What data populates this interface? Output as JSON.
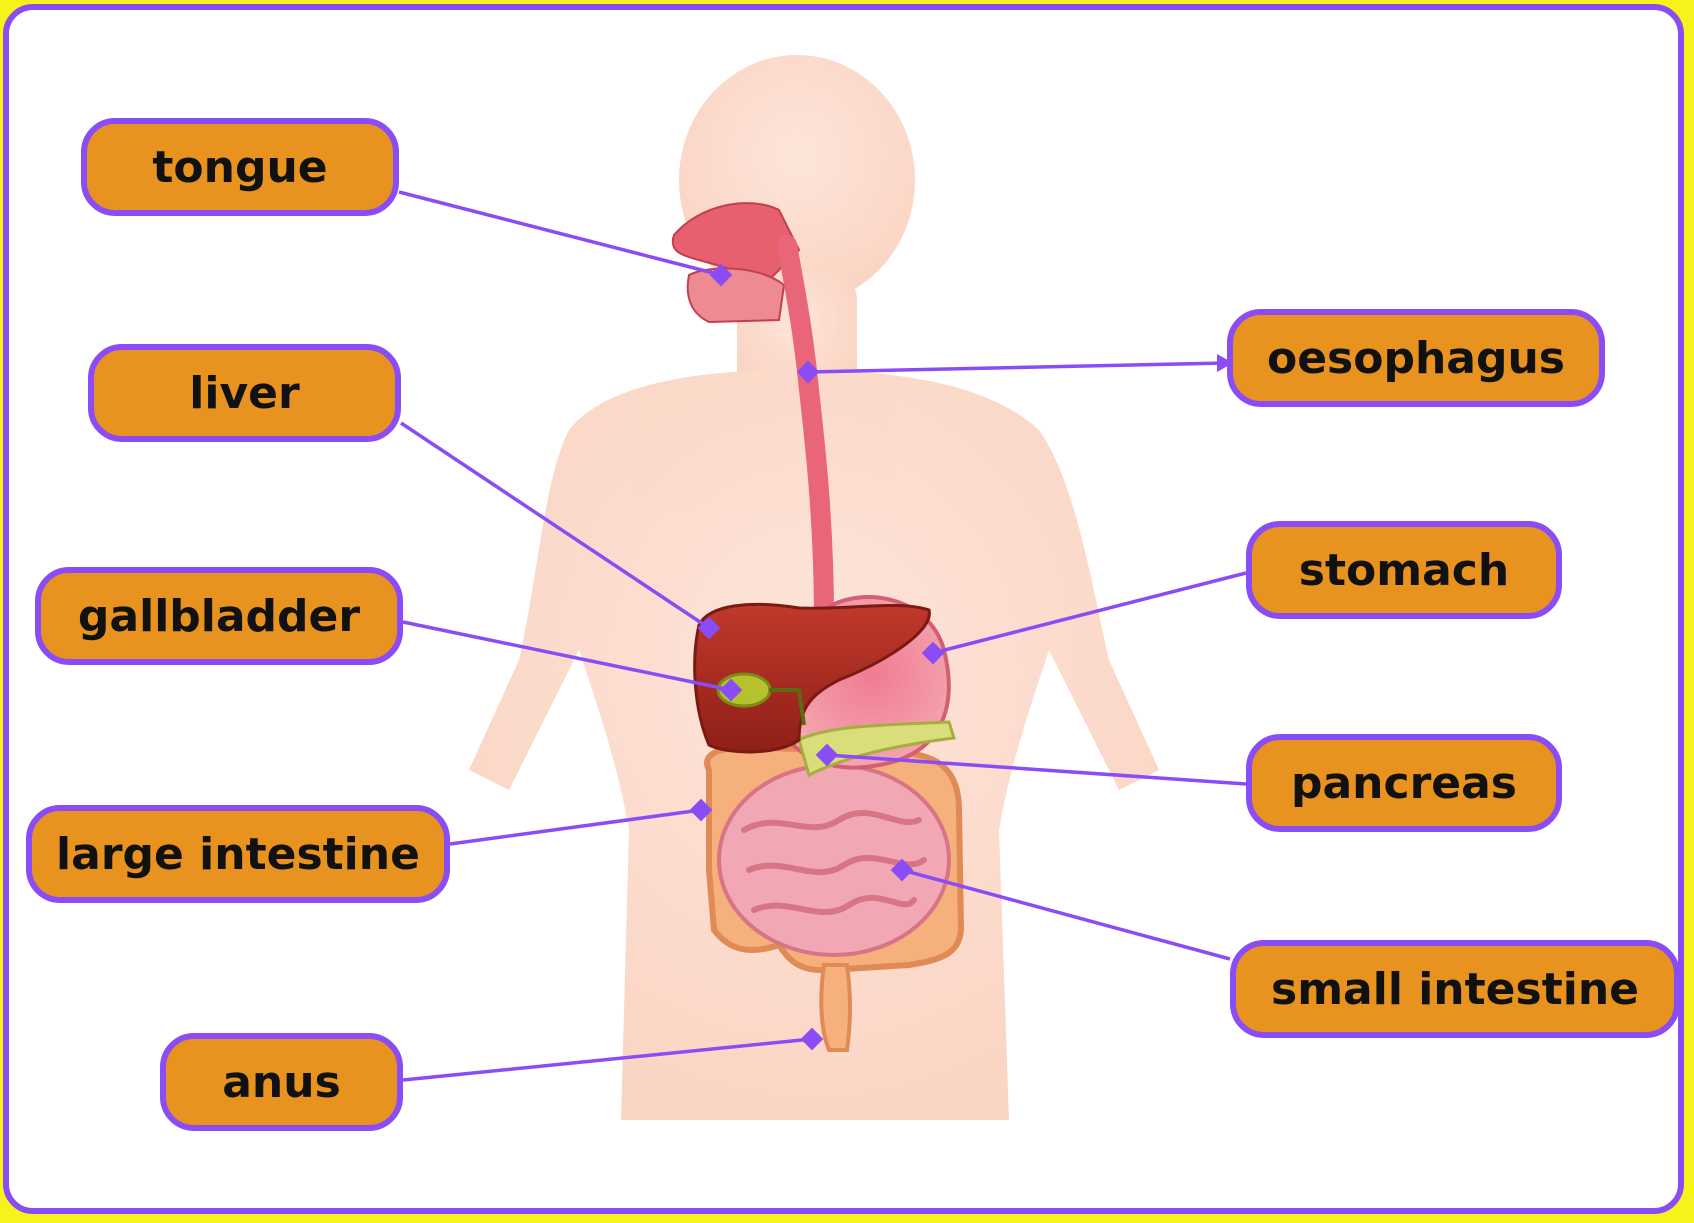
{
  "labels": {
    "tongue": "tongue",
    "liver": "liver",
    "gallbladder": "gallbladder",
    "large_intestine": "large intestine",
    "anus": "anus",
    "oesophagus": "oesophagus",
    "stomach": "stomach",
    "pancreas": "pancreas",
    "small_intestine": "small intestine"
  },
  "colors": {
    "background": "#f7f21a",
    "frame_border": "#8a4cf5",
    "label_fill": "#e89320",
    "leader_line": "#8a4cf5"
  }
}
